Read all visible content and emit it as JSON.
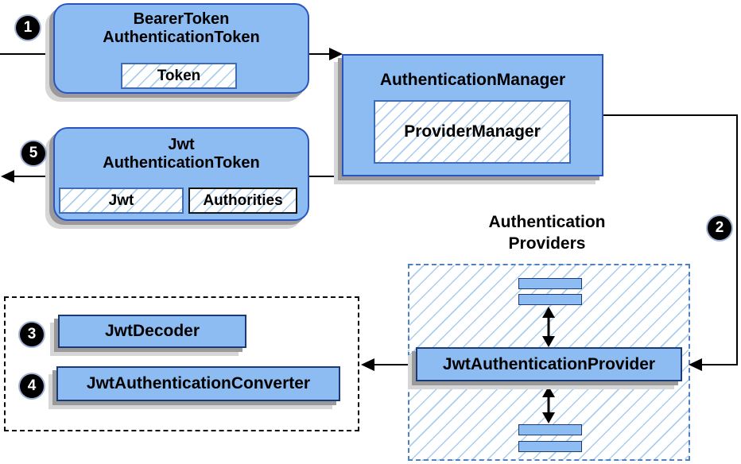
{
  "colors": {
    "node-fill": "#8cbcf2",
    "rounded-border": "#2a55c0",
    "rect-border": "#1b3a75",
    "chip-border": "#3f6cb5",
    "hatch-line": "#a9cdee",
    "blue-dash": "#5080c0",
    "shadow-dark": "#9a9a9a",
    "shadow-light": "#d6d6d6",
    "connector": "#000000"
  },
  "nodes": {
    "bearer_token": {
      "title_line1": "BearerToken",
      "title_line2": "AuthenticationToken",
      "field": "Token"
    },
    "authentication_manager": {
      "title": "AuthenticationManager",
      "implementation": "ProviderManager"
    },
    "jwt_token": {
      "title_line1": "Jwt",
      "title_line2": "AuthenticationToken",
      "field1": "Jwt",
      "field2": "Authorities"
    },
    "jwt_decoder": {
      "label": "JwtDecoder"
    },
    "jwt_authentication_converter": {
      "label": "JwtAuthenticationConverter"
    },
    "providers_group": {
      "title_line1": "Authentication",
      "title_line2": "Providers",
      "provider": "JwtAuthenticationProvider"
    }
  },
  "steps": {
    "one": "1",
    "two": "2",
    "three": "3",
    "four": "4",
    "five": "5"
  }
}
